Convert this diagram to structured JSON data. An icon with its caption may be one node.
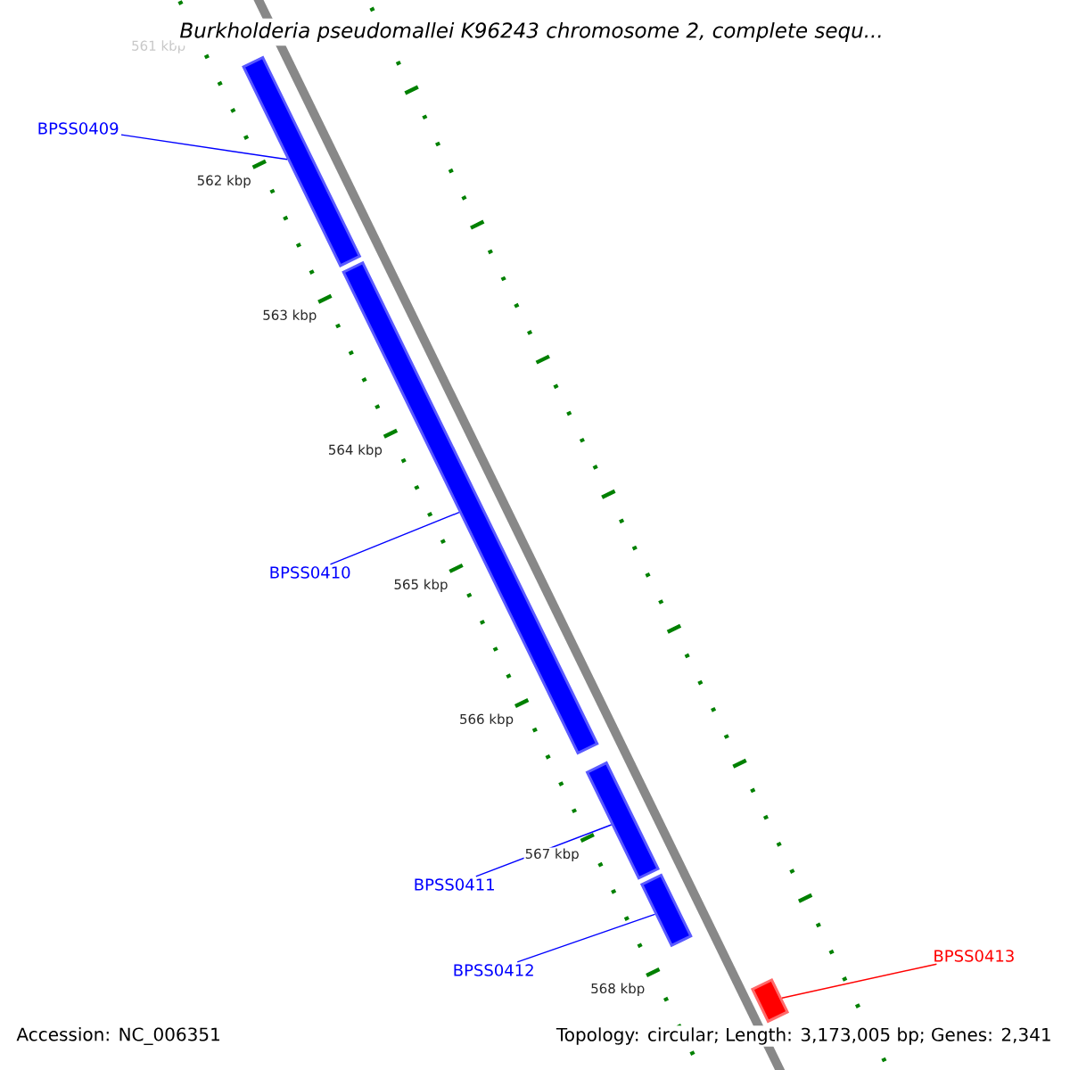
{
  "diagram": {
    "title": "Burkholderia pseudomallei K96243 chromosome 2, complete sequ...",
    "nodes": [
      {
        "text": [
          "BPSS0409"
        ]
      },
      {
        "text": [
          "BPSS0410"
        ]
      },
      {
        "text": [
          "BPSS0411"
        ]
      },
      {
        "text": [
          "BPSS0412"
        ]
      },
      {
        "text": [
          "BPSS0413"
        ]
      },
      {
        "text": [],
        "shape": "bar"
      },
      {
        "text": [],
        "shape": "bar"
      },
      {
        "text": [],
        "shape": "bar"
      },
      {
        "text": [],
        "shape": "bar"
      },
      {
        "text": [],
        "shape": "bar"
      }
    ],
    "edges": [
      {
        "from": 0,
        "to": 5,
        "arrow": "none"
      },
      {
        "from": 1,
        "to": 6,
        "arrow": "none"
      },
      {
        "from": 2,
        "to": 7,
        "arrow": "none"
      },
      {
        "from": 3,
        "to": 8,
        "arrow": "none"
      },
      {
        "from": 4,
        "to": 9,
        "arrow": "none",
        "color": "#ff0000"
      }
    ],
    "labels": [
      "561 kbp",
      "562 kbp",
      "563 kbp",
      "564 kbp",
      "565 kbp",
      "566 kbp",
      "567 kbp",
      "568 kbp",
      "Accession: NC_006351",
      "Topology: circular; Length: 3,173,005 bp; Genes: 2,341"
    ]
  }
}
